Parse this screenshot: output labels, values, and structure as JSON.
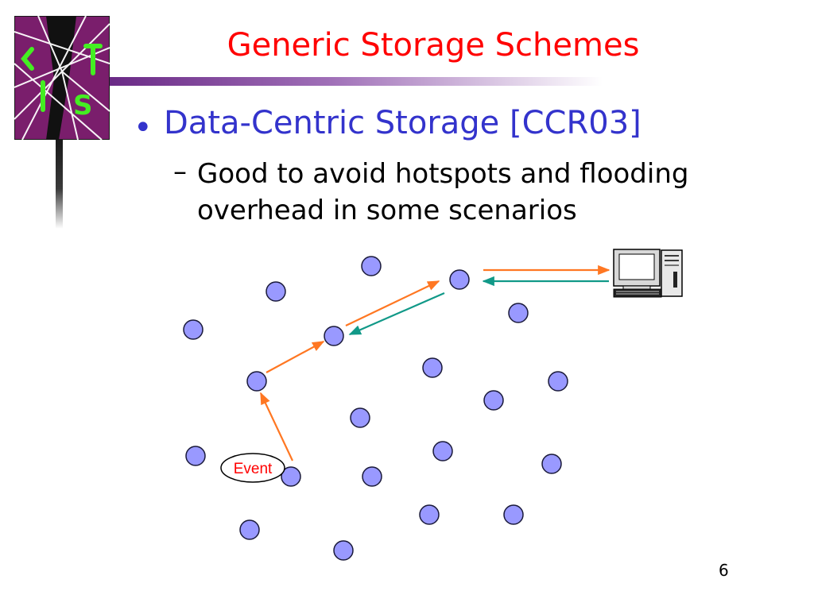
{
  "slide": {
    "title": "Generic Storage Schemes",
    "bullet": "Data-Centric Storage [CCR03]",
    "sub_bullet": "Good to avoid hotspots and flooding overhead in some scenarios",
    "page_number": "6"
  },
  "diagram": {
    "event_label": "Event",
    "colors": {
      "node_fill": "#9999ff",
      "node_stroke": "#1a1a3a",
      "forward_arrow": "#ff7722",
      "return_arrow": "#119988",
      "event_label": "#ff0000",
      "title": "#ff0000",
      "bullet": "#3333cc"
    },
    "icons": [
      "sink-computer-icon",
      "event-ellipse"
    ]
  }
}
